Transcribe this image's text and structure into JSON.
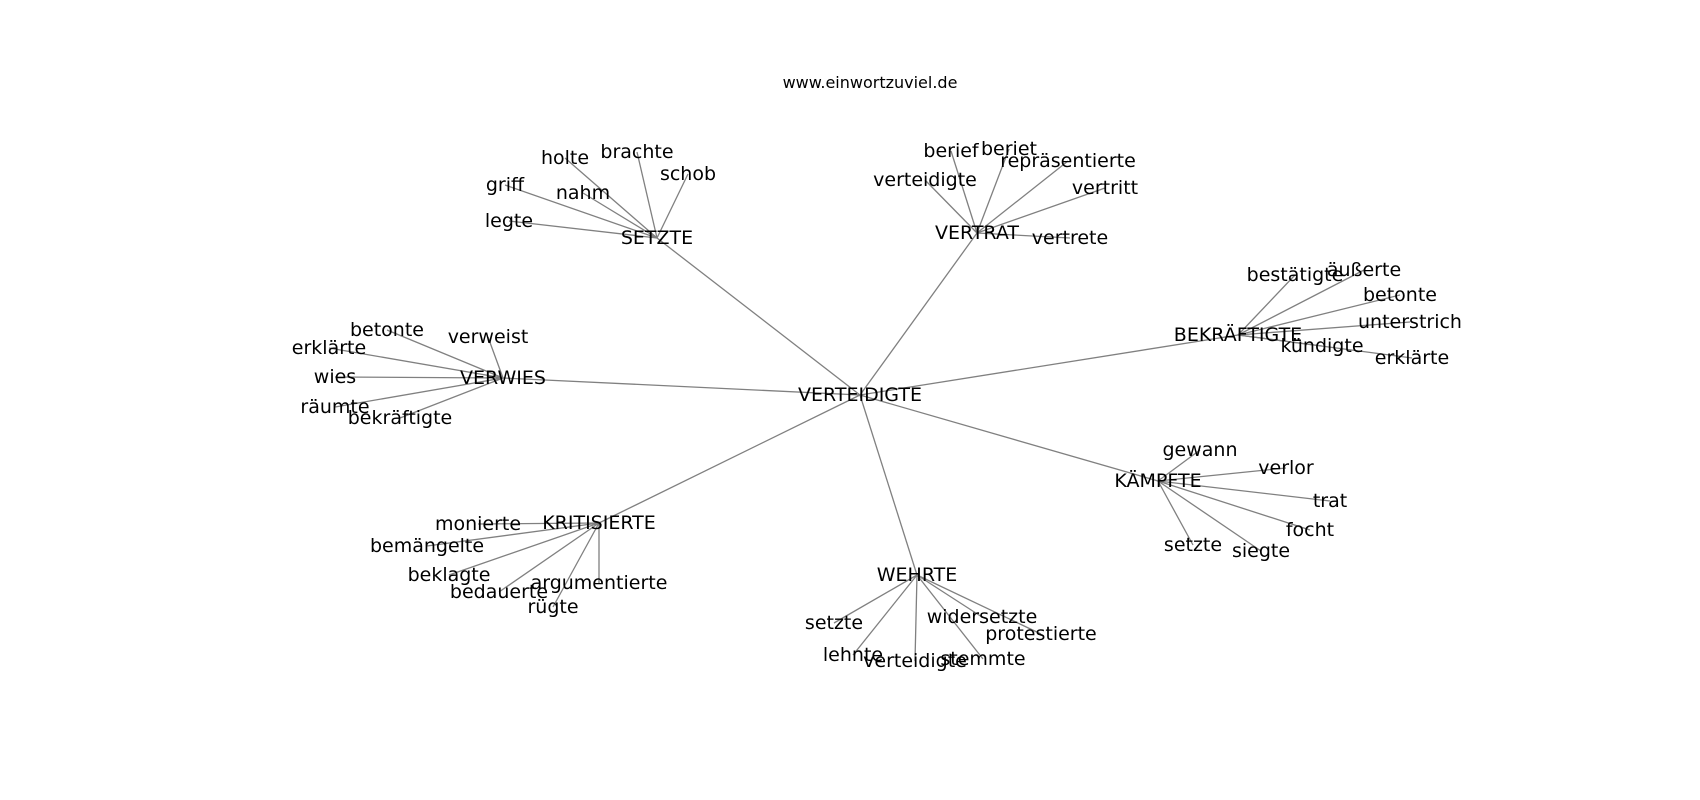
{
  "source": "www.einwortzuviel.de",
  "graph": {
    "center": "VERTEIDIGTE",
    "clusters": [
      {
        "hub": "SETZTE",
        "leaves": [
          "holte",
          "brachte",
          "schob",
          "griff",
          "nahm",
          "legte"
        ]
      },
      {
        "hub": "VERTRAT",
        "leaves": [
          "berief",
          "beriet",
          "repräsentierte",
          "verteidigte",
          "vertritt",
          "vertrete"
        ]
      },
      {
        "hub": "BEKRÄFTIGTE",
        "leaves": [
          "bestätigte",
          "äußerte",
          "betonte",
          "unterstrich",
          "kündigte",
          "erklärte"
        ]
      },
      {
        "hub": "VERWIES",
        "leaves": [
          "betonte",
          "verweist",
          "erklärte",
          "wies",
          "räumte",
          "bekräftigte"
        ]
      },
      {
        "hub": "KÄMPFTE",
        "leaves": [
          "gewann",
          "verlor",
          "trat",
          "focht",
          "setzte",
          "siegte"
        ]
      },
      {
        "hub": "KRITISIERTE",
        "leaves": [
          "monierte",
          "bemängelte",
          "beklagte",
          "argumentierte",
          "bedauerte",
          "rügte"
        ]
      },
      {
        "hub": "WEHRTE",
        "leaves": [
          "widersetzte",
          "protestierte",
          "setzte",
          "lehnte",
          "verteidigte",
          "stemmte"
        ]
      }
    ]
  }
}
